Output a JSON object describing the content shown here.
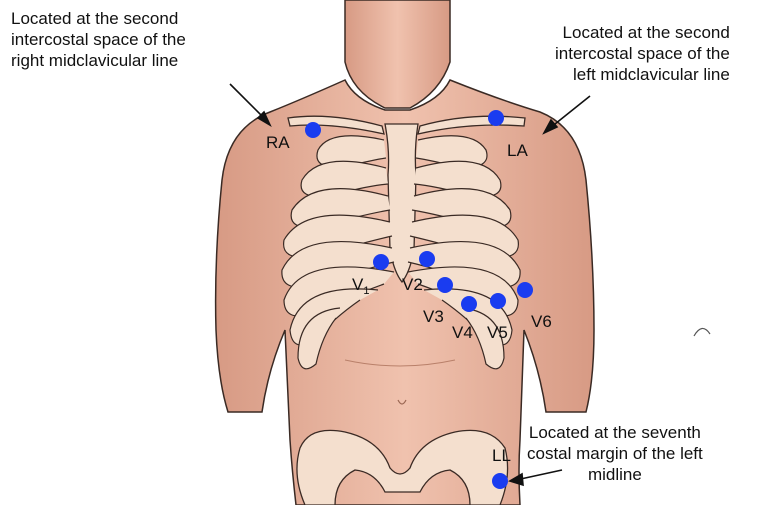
{
  "annotations": {
    "ra_note": [
      "Located at the second",
      "intercostal space of the",
      "right midclavicular line"
    ],
    "la_note": [
      "Located at the second",
      "intercostal space of the",
      "left midclavicular line"
    ],
    "ll_note": [
      "Located at the seventh",
      "costal margin of the left",
      "midline"
    ]
  },
  "electrodes": [
    {
      "id": "ra",
      "label": "RA"
    },
    {
      "id": "la",
      "label": "LA"
    },
    {
      "id": "v1",
      "label": "V",
      "sub": "1"
    },
    {
      "id": "v2",
      "label": "V2"
    },
    {
      "id": "v3",
      "label": "V3"
    },
    {
      "id": "v4",
      "label": "V4"
    },
    {
      "id": "v5",
      "label": "V5"
    },
    {
      "id": "v6",
      "label": "V6"
    },
    {
      "id": "ll",
      "label": "LL"
    }
  ],
  "colors": {
    "electrode": "#1a3cf0",
    "skin": "#e4ab95",
    "skin_shadow": "#c98a74",
    "bone": "#f4dfce",
    "outline": "#3a2a24"
  }
}
